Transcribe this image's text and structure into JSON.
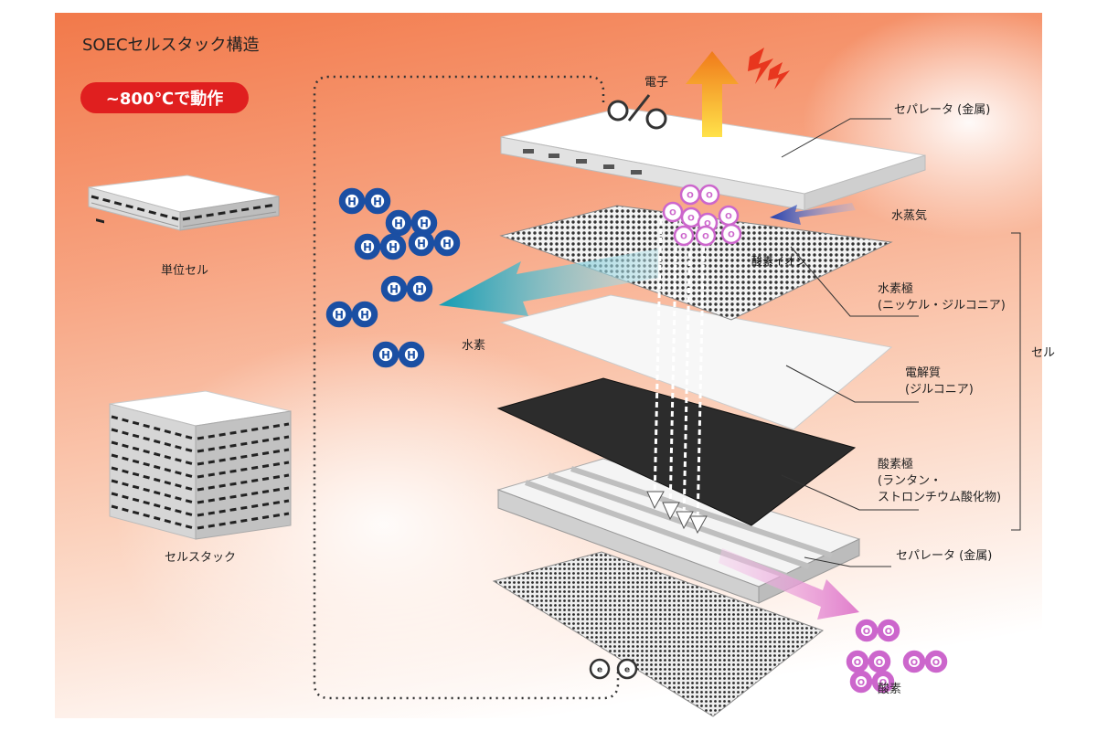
{
  "title": "SOECセルスタック構造",
  "badge": "~800℃で動作",
  "left_labels": {
    "unit_cell": "単位セル",
    "cell_stack": "セルスタック"
  },
  "labels": {
    "electron": "電子",
    "separator_top": "セパレータ (金属)",
    "steam": "水蒸気",
    "oxide_ion": "酸素イオン",
    "hydrogen_electrode_1": "水素極",
    "hydrogen_electrode_2": "(ニッケル・ジルコニア)",
    "hydrogen": "水素",
    "electrolyte_1": "電解質",
    "electrolyte_2": "(ジルコニア)",
    "cell": "セル",
    "oxygen_electrode_1": "酸素極",
    "oxygen_electrode_2": "(ランタン・",
    "oxygen_electrode_3": "ストロンチウム酸化物)",
    "separator_bottom": "セパレータ (金属)",
    "oxygen": "酸素"
  },
  "molecule_letters": {
    "hydrogen": "H",
    "oxygen_ion": "O",
    "electron": "e"
  },
  "colors": {
    "hydrogen_molecule": "#1b4fa3",
    "oxygen_molecule": "#cc66cc",
    "hydrogen_arrow": "#1aa4b8",
    "oxygen_arrow": "#e58ad0",
    "steam_arrow": "#2c4db0",
    "heat_arrow": "#f29a1a",
    "badge": "#e01f1f",
    "electrode_dark": "#2c2c2c"
  },
  "icons": [
    "lightning-icon",
    "heat-up-arrow",
    "switch-icon"
  ]
}
